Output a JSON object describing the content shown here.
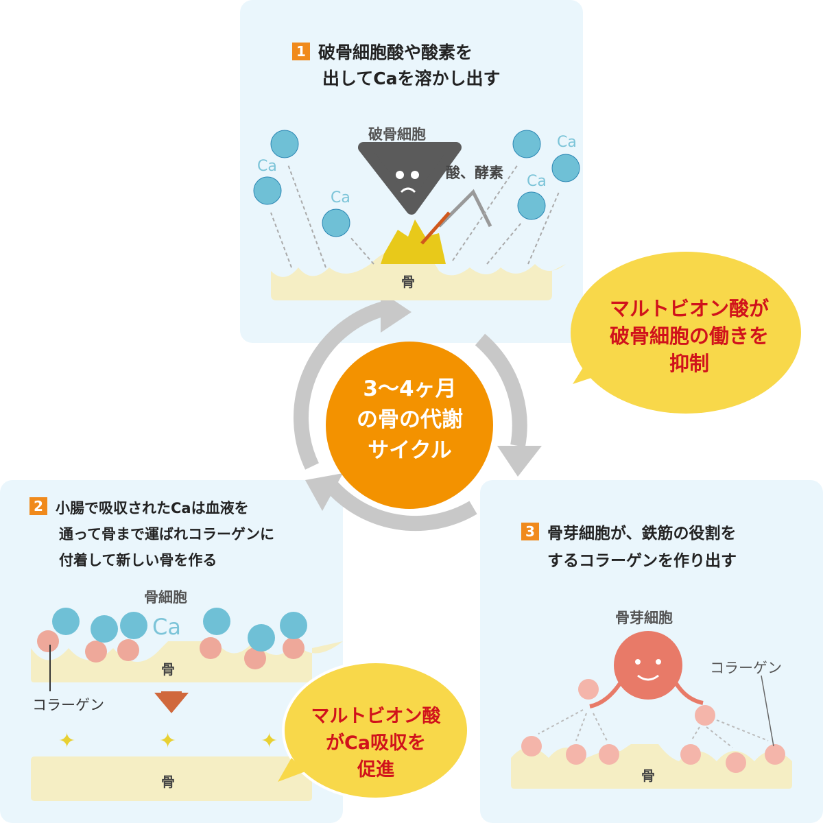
{
  "step1": {
    "number": "1",
    "line1": "破骨細胞酸や酸素を",
    "line2": "出してCaを溶かし出す",
    "cell_label": "破骨細胞",
    "acid_label": "酸、酵素",
    "ca_label": "Ca",
    "bone_label": "骨"
  },
  "step2": {
    "number": "2",
    "line1": "小腸で吸収されたCaは血液を",
    "line2": "通って骨まで運ばれコラーゲンに",
    "line3": "付着して新しい骨を作る",
    "cell_label": "骨細胞",
    "ca_label": "Ca",
    "bone_label": "骨",
    "collagen_label": "コラーゲン"
  },
  "step3": {
    "number": "3",
    "line1": "骨芽細胞が、鉄筋の役割を",
    "line2": "するコラーゲンを作り出す",
    "cell_label": "骨芽細胞",
    "collagen_label": "コラーゲン",
    "bone_label": "骨"
  },
  "center": {
    "line1": "3〜4ヶ月",
    "line2": "の骨の代謝",
    "line3": "サイクル"
  },
  "bubble1": {
    "line1": "マルトビオン酸が",
    "line2": "破骨細胞の働きを",
    "line3": "抑制"
  },
  "bubble2": {
    "line1": "マルトビオン酸",
    "line2": "がCa吸収を",
    "line3": "促進"
  },
  "colors": {
    "panel": "#eaf6fc",
    "orange": "#f39200",
    "bubble": "#f8d84a",
    "red": "#d0121b",
    "ca_blue": "#6fc0d6",
    "collagen": "#eea89a",
    "bone": "#f5eec4"
  }
}
